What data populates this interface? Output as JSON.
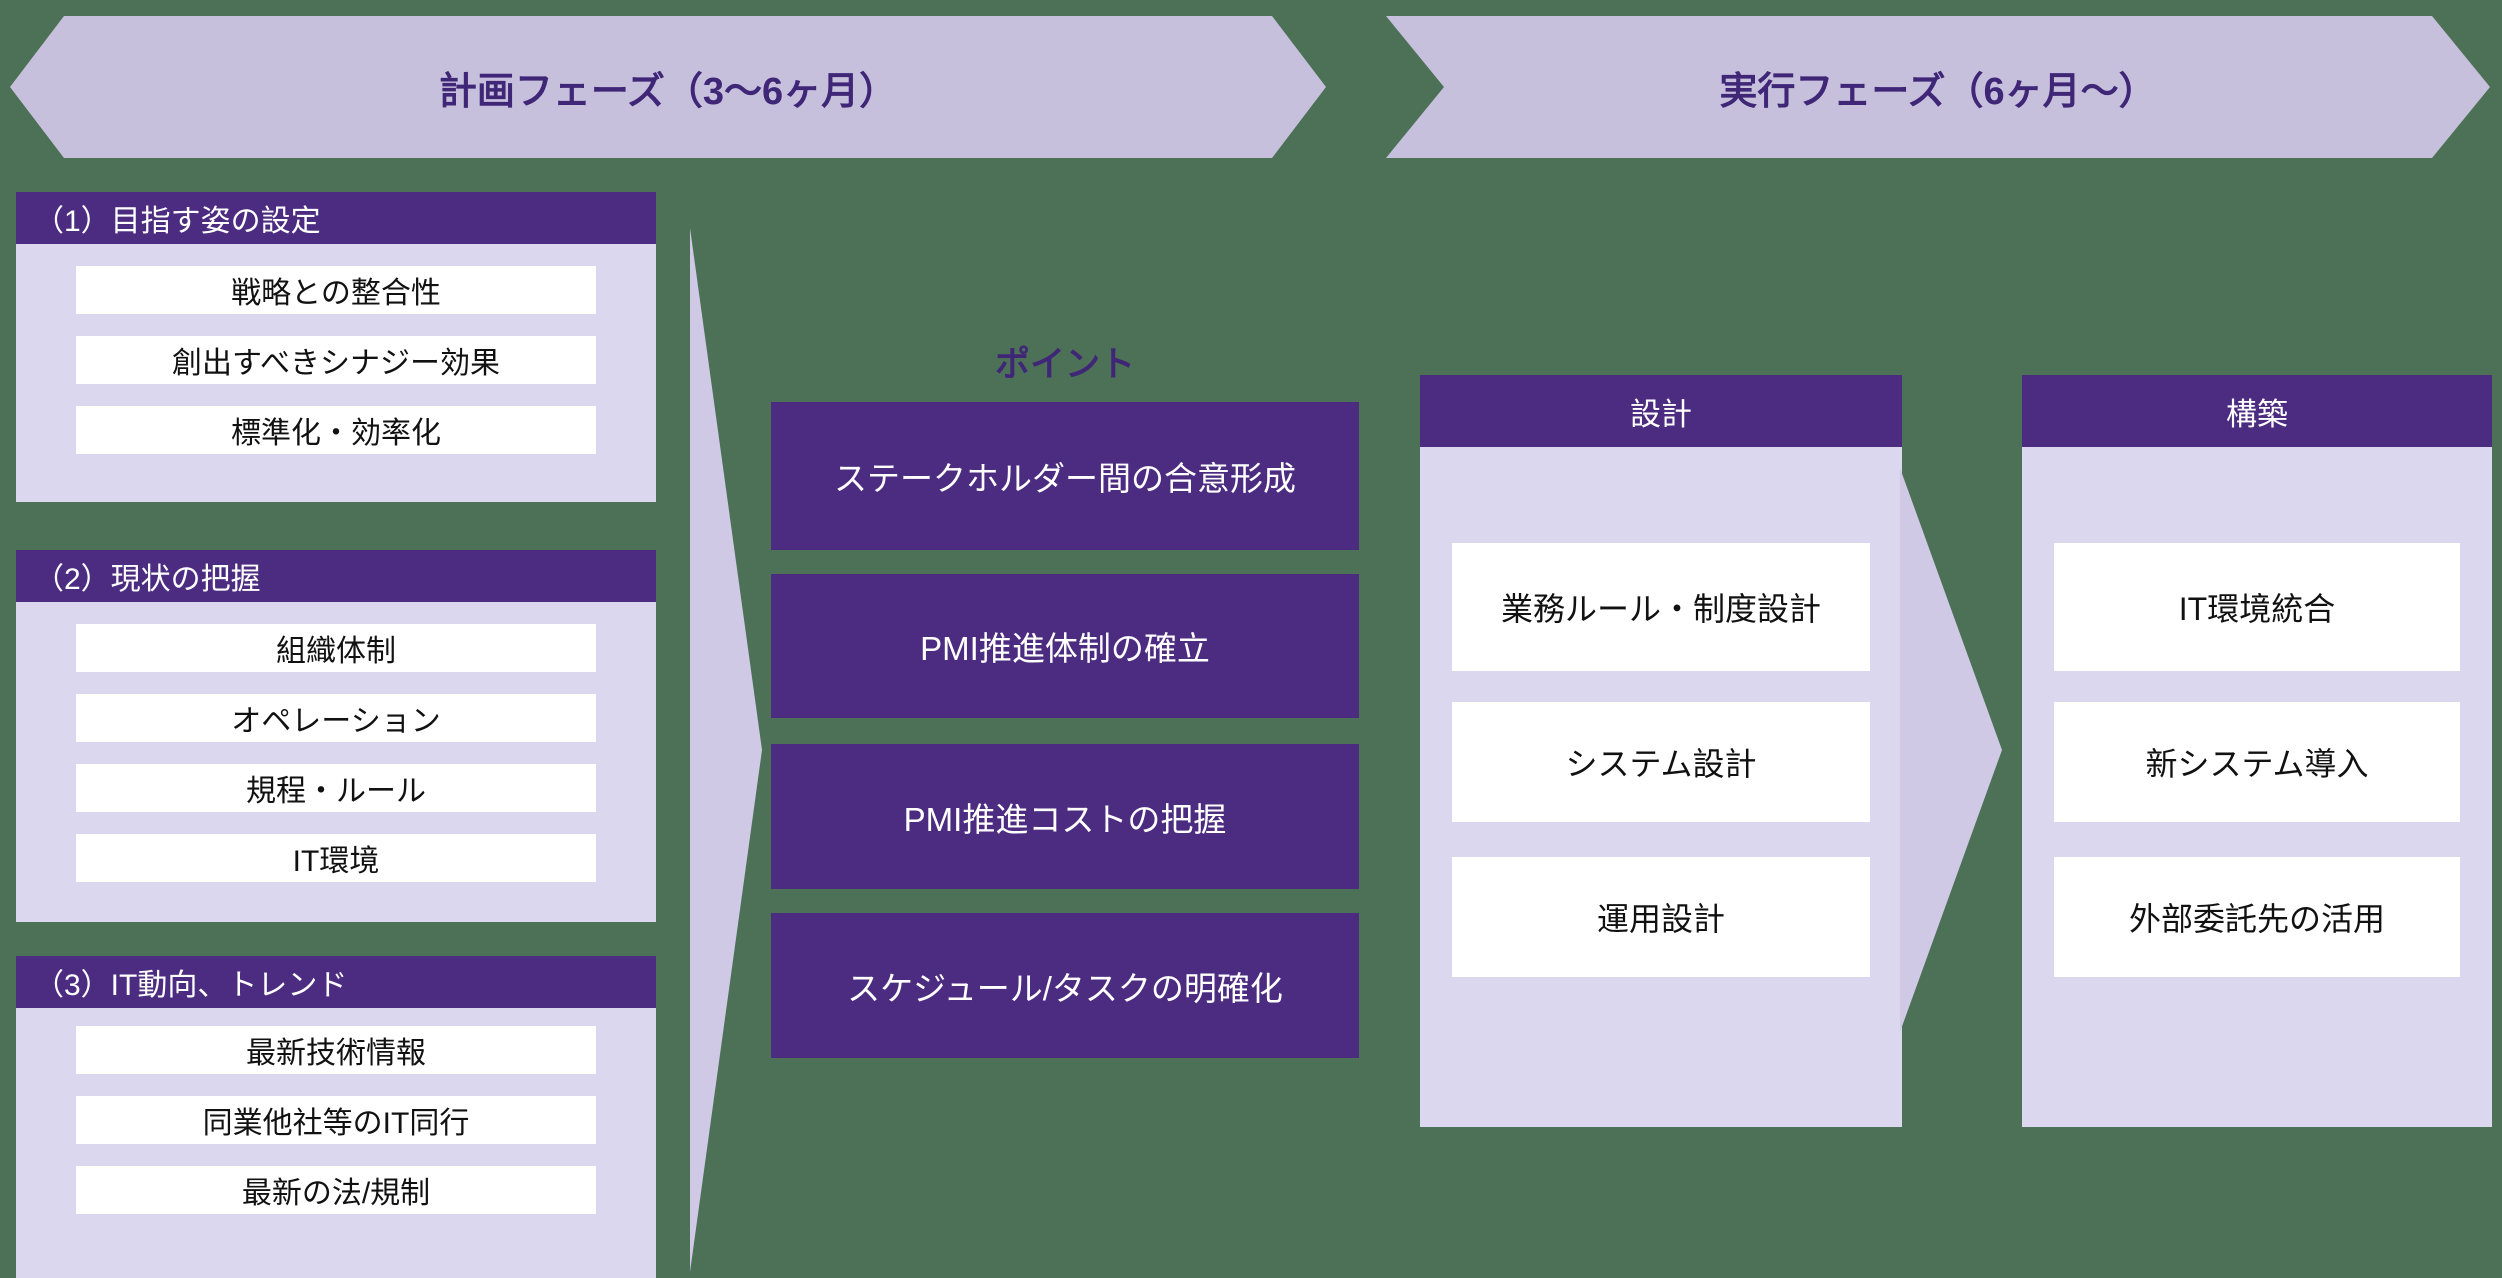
{
  "colors": {
    "background": "#4d7157",
    "banner_lavender": "#c7c0dd",
    "panel_lavender": "#dad7ee",
    "arrow_lavender": "#cfc9e6",
    "purple": "#4c2c80",
    "title_text": "#3f2677"
  },
  "banners": [
    {
      "label": "計画フェーズ（3～6ヶ月）"
    },
    {
      "label": "実行フェーズ（6ヶ月～）"
    }
  ],
  "left_sections": [
    {
      "header": "（1）目指す姿の設定",
      "items": [
        "戦略との整合性",
        "創出すべきシナジー効果",
        "標準化・効率化"
      ]
    },
    {
      "header": "（2）現状の把握",
      "items": [
        "組織体制",
        "オペレーション",
        "規程・ルール",
        "IT環境"
      ]
    },
    {
      "header": "（3）IT動向、トレンド",
      "items": [
        "最新技術情報",
        "同業他社等のIT同行",
        "最新の法/規制"
      ]
    }
  ],
  "points": {
    "label": "ポイント",
    "items": [
      "ステークホルダー間の合意形成",
      "PMI推進体制の確立",
      "PMI推進コストの把握",
      "スケジュール/タスクの明確化"
    ]
  },
  "exec_panels": [
    {
      "header": "設計",
      "items": [
        "業務ルール・制度設計",
        "システム設計",
        "運用設計"
      ]
    },
    {
      "header": "構築",
      "items": [
        "IT環境統合",
        "新システム導入",
        "外部委託先の活用"
      ]
    }
  ]
}
